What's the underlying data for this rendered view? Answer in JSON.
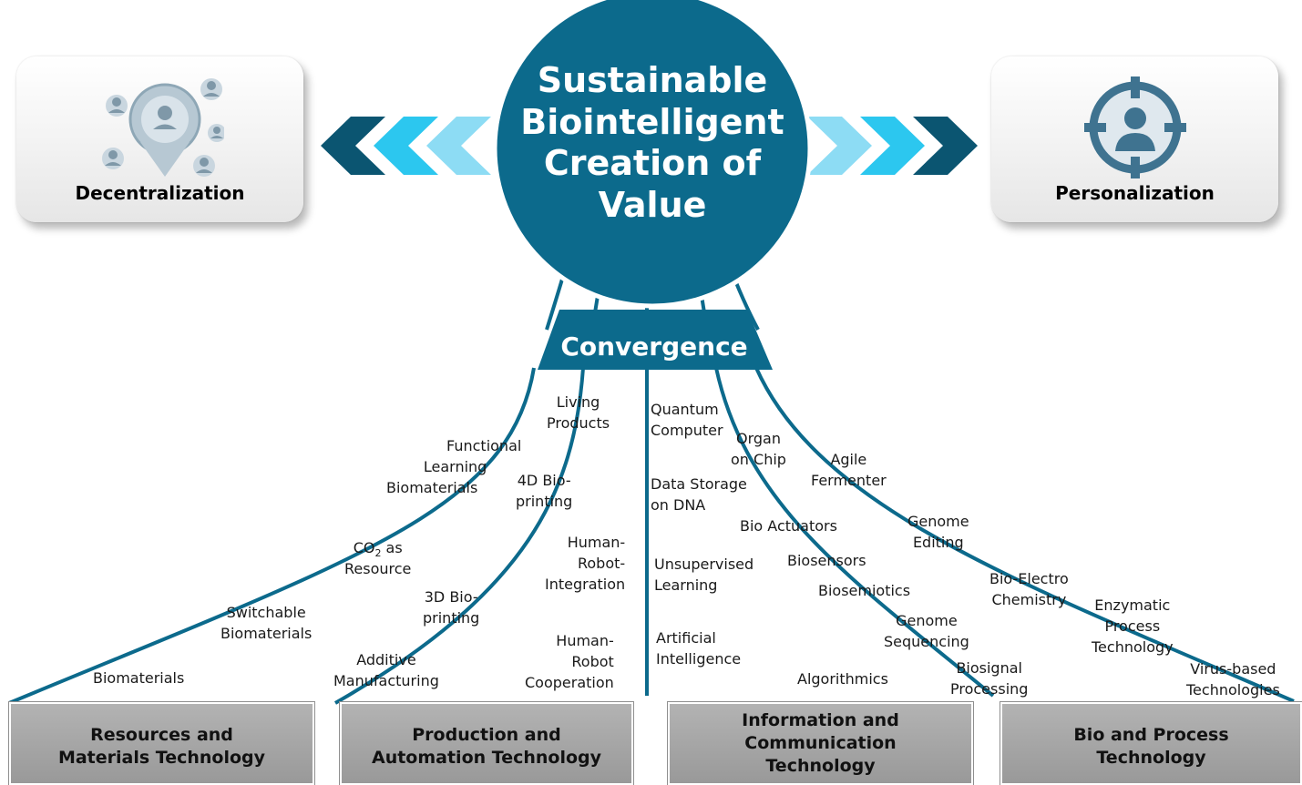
{
  "left_card": {
    "label": "Decentralization",
    "icon": "location-network-icon"
  },
  "right_card": {
    "label": "Personalization",
    "icon": "target-person-icon"
  },
  "core": {
    "title_line1": "Sustainable",
    "title_line2": "Biointelligent",
    "title_line3": "Creation of",
    "title_line4": "Value"
  },
  "convergence": "Convergence",
  "colors": {
    "primary": "#0c6a8c",
    "arrow_dark": "#0b5571",
    "arrow_mid": "#2cc7ef",
    "arrow_light": "#8ddcf4",
    "box_gray": "#a6a6a6"
  },
  "branches": {
    "resources": {
      "biomaterials": "Biomaterials",
      "switchable_1": "Switchable",
      "switchable_2": "Biomaterials",
      "co2_prefix": "CO",
      "co2_sub": "2",
      "co2_suffix": " as",
      "co2_line2": "Resource",
      "functional_1": "Functional",
      "functional_2": "Learning",
      "functional_3": "Biomaterials"
    },
    "production": {
      "additive_1": "Additive",
      "additive_2": "Manufacturing",
      "bio3d_1": "3D Bio-",
      "bio3d_2": "printing",
      "bio4d_1": "4D Bio-",
      "bio4d_2": "printing",
      "living_1": "Living",
      "living_2": "Products",
      "hri_1": "Human-",
      "hri_2": "Robot-",
      "hri_3": "Integration",
      "hrc_1": "Human-",
      "hrc_2": "Robot",
      "hrc_3": "Cooperation"
    },
    "ict": {
      "quantum_1": "Quantum",
      "quantum_2": "Computer",
      "dna_1": "Data Storage",
      "dna_2": "on DNA",
      "unsup_1": "Unsupervised",
      "unsup_2": "Learning",
      "ai_1": "Artificial",
      "ai_2": "Intelligence",
      "organ_1": "Organ",
      "organ_2": "on Chip",
      "actuators": "Bio Actuators",
      "biosensors": "Biosensors",
      "biosemiotics": "Biosemiotics",
      "algorithmics": "Algorithmics",
      "genome_seq_1": "Genome",
      "genome_seq_2": "Sequencing",
      "biosignal_1": "Biosignal",
      "biosignal_2": "Processing"
    },
    "bio": {
      "agile_1": "Agile",
      "agile_2": "Fermenter",
      "genome_edit_1": "Genome",
      "genome_edit_2": "Editing",
      "electro_1": "Bio-Electro",
      "electro_2": "Chemistry",
      "enzymatic_1": "Enzymatic",
      "enzymatic_2": "Process",
      "enzymatic_3": "Technology",
      "virus_1": "Virus-based",
      "virus_2": "Technologies"
    }
  },
  "footer": {
    "resources_1": "Resources and",
    "resources_2": "Materials Technology",
    "production_1": "Production and",
    "production_2": "Automation Technology",
    "ict_1": "Information and",
    "ict_2": "Communication",
    "ict_3": "Technology",
    "bio_1": "Bio and Process",
    "bio_2": "Technology"
  }
}
